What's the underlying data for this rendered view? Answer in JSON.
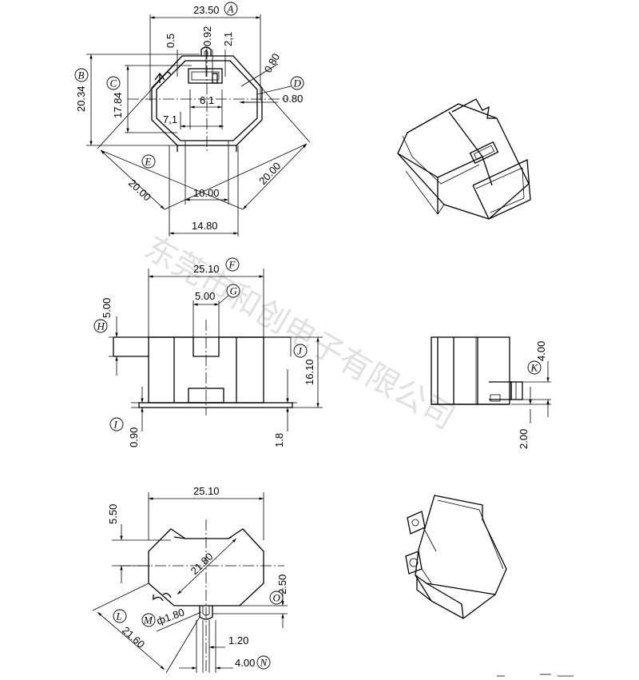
{
  "watermark": "东莞市和创电子有限公司",
  "top_view": {
    "dims": {
      "width": "23.50",
      "slot": "0.5",
      "pin_gap": "0.92",
      "pin_offset": "2,1",
      "chamfer_top": "0.80",
      "chamfer_side": "0.80",
      "height": "20.34",
      "inner_height": "17.84",
      "inner_width": "6,1",
      "inner_offset": "7,1",
      "diag_left": "20.00",
      "diag_right": "20.00",
      "leg_width": "10.00",
      "base_width": "14.80"
    },
    "callouts": [
      "A",
      "B",
      "C",
      "D",
      "E"
    ]
  },
  "front_view": {
    "dims": {
      "width": "25.10",
      "notch_width": "5.00",
      "notch_depth": "5.00",
      "height": "16.10",
      "flange": "0.90",
      "flange_right": "1.8"
    },
    "callouts": [
      "F",
      "G",
      "H",
      "I",
      "J"
    ]
  },
  "side_view": {
    "dims": {
      "pin_height": "4.00",
      "pin_base": "2.00"
    },
    "callouts": [
      "K"
    ]
  },
  "bottom_view": {
    "dims": {
      "width": "25.10",
      "offset": "5.50",
      "diag": "21.80",
      "diag_outer": "21.60",
      "hole": "ф1.80",
      "hole_offset": "2.50",
      "pin_gap": "1.20",
      "pin_span": "4.00"
    },
    "callouts": [
      "L",
      "M",
      "O",
      "N"
    ]
  }
}
